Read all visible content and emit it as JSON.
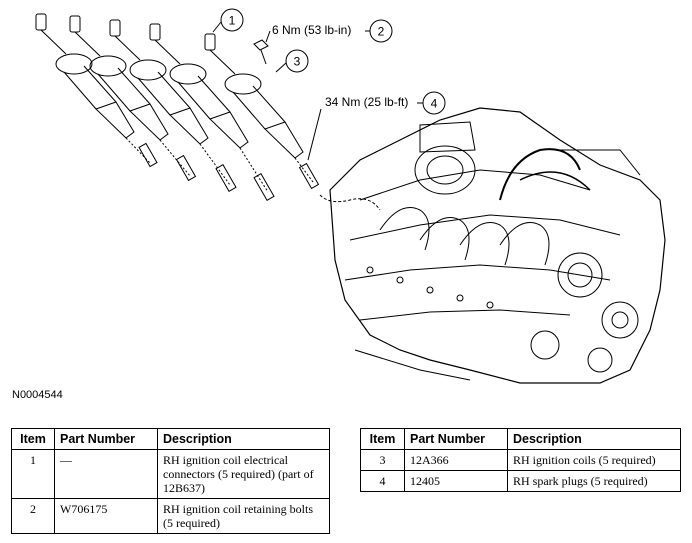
{
  "figure": {
    "id": "N0004544",
    "callouts": [
      {
        "number": "1",
        "label": ""
      },
      {
        "number": "2",
        "label": "6 Nm (53 lb-in)"
      },
      {
        "number": "3",
        "label": ""
      },
      {
        "number": "4",
        "label": "34 Nm (25 lb-ft)"
      }
    ]
  },
  "parts_table": {
    "headers": [
      "Item",
      "Part Number",
      "Description"
    ],
    "left_rows": [
      {
        "item": "1",
        "part_number": "—",
        "description": "RH ignition coil electrical connectors (5 required) (part of 12B637)"
      },
      {
        "item": "2",
        "part_number": "W706175",
        "description": "RH ignition coil retaining bolts (5 required)"
      }
    ],
    "right_rows": [
      {
        "item": "3",
        "part_number": "12A366",
        "description": "RH ignition coils (5 required)"
      },
      {
        "item": "4",
        "part_number": "12405",
        "description": "RH spark plugs (5 required)"
      }
    ]
  }
}
